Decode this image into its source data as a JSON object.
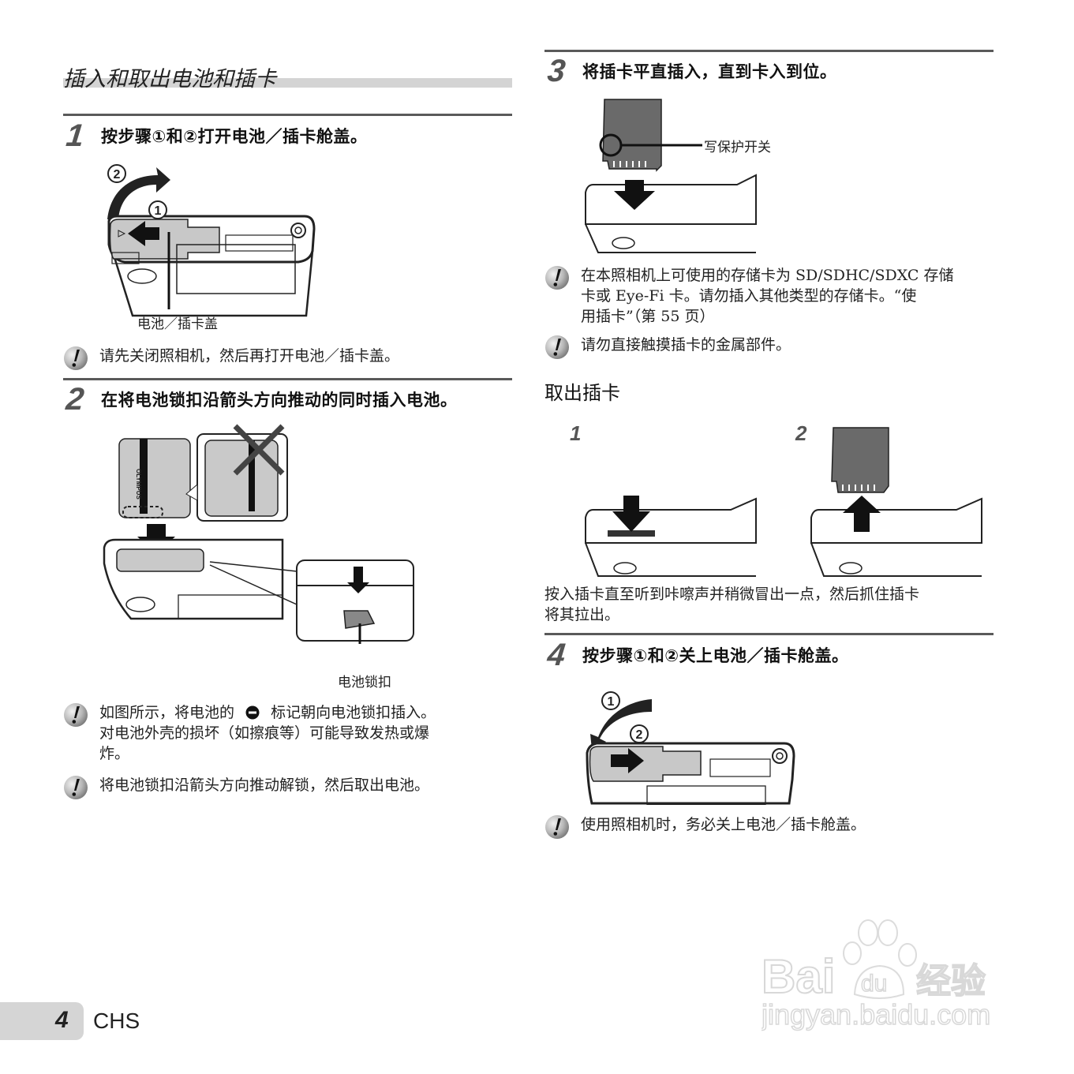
{
  "section": {
    "title": "插入和取出电池和插卡"
  },
  "steps": [
    {
      "number": "1",
      "text": "按步骤①和②打开电池／插卡舱盖。",
      "figure": {
        "labels": [
          "②",
          "①"
        ],
        "callout": "电池／插卡盖"
      }
    },
    {
      "number": "2",
      "text": "在将电池锁扣沿箭头方向推动的同时插入电池。",
      "figure": {
        "battery_brand": "OLYMPUS",
        "callout": "电池锁扣"
      }
    },
    {
      "number": "3",
      "text": "将插卡平直插入，直到卡入到位。",
      "figure": {
        "callout": "写保护开关"
      }
    },
    {
      "number": "4",
      "text": "按步骤①和②关上电池／插卡舱盖。",
      "figure": {
        "labels": [
          "①",
          "②"
        ]
      }
    }
  ],
  "notes": {
    "step1": [
      "请先关闭照相机，然后再打开电池／插卡盖。"
    ],
    "step2": [
      {
        "before": "如图所示，将电池的",
        "after": "标记朝向电池锁扣插入。",
        "line2": "对电池外壳的损坏（如擦痕等）可能导致发热或爆",
        "line3": "炸。"
      },
      "将电池锁扣沿箭头方向推动解锁，然后取出电池。"
    ],
    "step3": [
      {
        "line1": "在本照相机上可使用的存储卡为 SD/SDHC/SDXC 存储",
        "line2": "卡或 Eye-Fi 卡。请勿插入其他类型的存储卡。“使",
        "line3": "用插卡”（第 55 页）"
      },
      "请勿直接触摸插卡的金属部件。"
    ],
    "step4": [
      "使用照相机时，务必关上电池／插卡舱盖。"
    ]
  },
  "remove_card": {
    "title": "取出插卡",
    "sub_steps": [
      "1",
      "2"
    ],
    "text_line1": "按入插卡直至听到咔嚓声并稍微冒出一点，然后抓住插卡",
    "text_line2": "将其拉出。"
  },
  "footer": {
    "page_number": "4",
    "language": "CHS"
  },
  "watermark": {
    "brand": "Baidu经验",
    "url": "jingyan.baidu.com"
  },
  "colors": {
    "rule": "#5a5a5a",
    "section_bar": "#d4d4d4",
    "step_number": "#555555",
    "page_tab": "#d5d5d5"
  }
}
